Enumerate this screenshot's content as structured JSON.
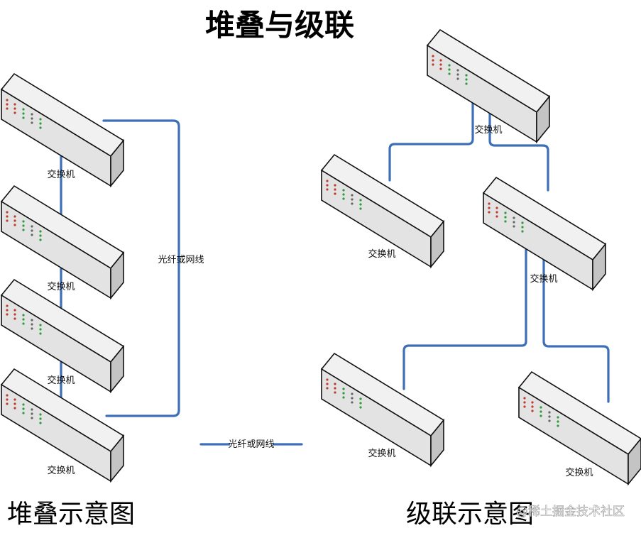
{
  "title": "堆叠与级联",
  "colors": {
    "link": "#3d6fb8",
    "switch_top": "#f1f1f1",
    "switch_front": "#e3e3e3",
    "switch_side": "#c4c4c4",
    "outline": "#111111",
    "led_red": "#c0392b",
    "led_green": "#2e9b3c",
    "led_gray": "#666666"
  },
  "icons": {
    "switch": "network-switch-icon"
  },
  "stack": {
    "caption": "堆叠示意图",
    "cable_label": "光纤或网线",
    "switches": [
      {
        "label": "交换机"
      },
      {
        "label": "交换机"
      },
      {
        "label": "交换机"
      },
      {
        "label": "交换机"
      }
    ]
  },
  "legend": {
    "label": "光纤或网线"
  },
  "cascade": {
    "caption": "级联示意图",
    "switches": [
      {
        "label": "交换机"
      },
      {
        "label": "交换机"
      },
      {
        "label": "交换机"
      },
      {
        "label": "交换机"
      },
      {
        "label": "交换机"
      }
    ]
  },
  "watermark": "@稀土掘金技术社区"
}
